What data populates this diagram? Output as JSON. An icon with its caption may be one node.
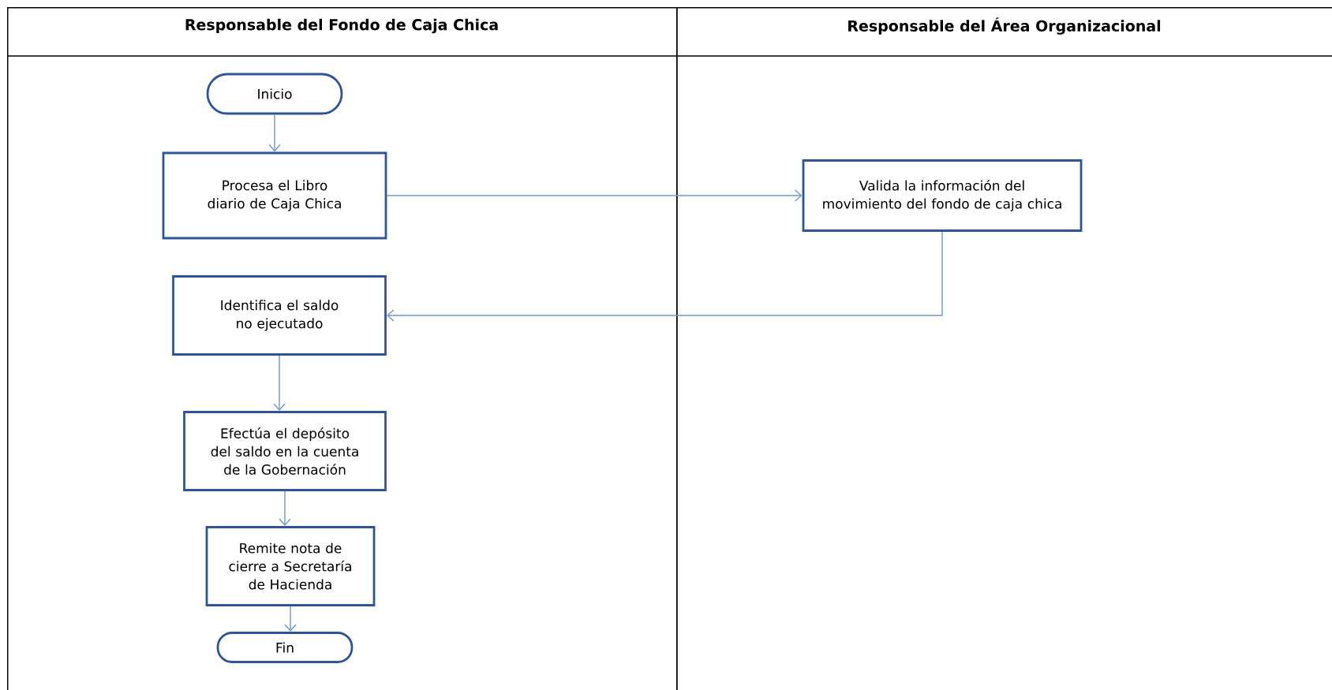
{
  "diagram": {
    "nodes": [
      {
        "text": [
          "Responsable del Fondo de Caja Chica"
        ]
      },
      {
        "text": [
          "Responsable del Área Organizacional"
        ]
      },
      {
        "text": [
          "Inicio"
        ],
        "in": 0
      },
      {
        "text": [
          "Procesa el Libro diario de Caja Chica"
        ],
        "in": 0
      },
      {
        "text": [
          "Valida la información del movimiento del fondo de caja chica"
        ],
        "in": 1
      },
      {
        "text": [
          "Identifica el saldo no ejecutado"
        ],
        "in": 0
      },
      {
        "text": [
          "Efectúa el depósito del saldo en la cuenta de la Gobernación"
        ],
        "in": 0
      },
      {
        "text": [
          "Remite nota de cierre a Secretaría de Hacienda"
        ],
        "in": 0
      },
      {
        "text": [
          "Fin"
        ],
        "in": 0
      }
    ],
    "edges": [
      {
        "from": 2,
        "to": 3,
        "arrow": "to"
      },
      {
        "from": 3,
        "to": 4,
        "arrow": "to"
      },
      {
        "from": 4,
        "to": 5,
        "arrow": "to"
      },
      {
        "from": 5,
        "to": 6,
        "arrow": "to"
      },
      {
        "from": 6,
        "to": 7,
        "arrow": "to"
      },
      {
        "from": 7,
        "to": 8,
        "arrow": "to"
      }
    ]
  }
}
